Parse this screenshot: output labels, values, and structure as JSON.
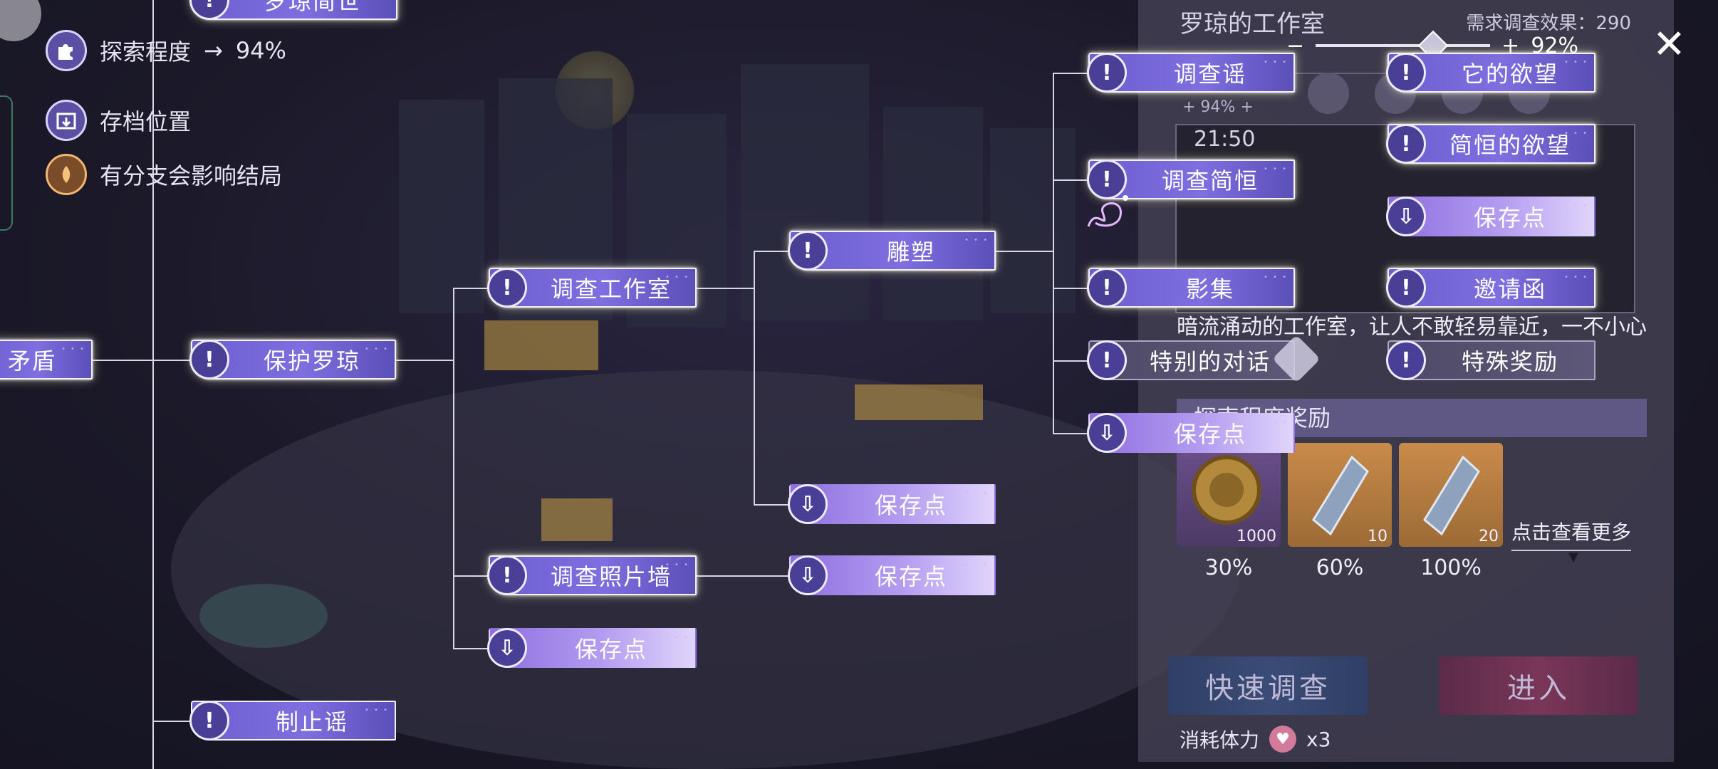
{
  "legend": {
    "explore_label": "探索程度",
    "explore_arrow": "→",
    "explore_value": "94%",
    "save_label": "存档位置",
    "branch_label": "有分支会影响结局"
  },
  "tree": {
    "root_partial": "矛盾",
    "top_partial": "罗琼简世",
    "protect": "保护罗琼",
    "stop": "制止谣",
    "investigate_studio": "调查工作室",
    "investigate_photowall": "调查照片墙",
    "save_point": "保存点",
    "sculpture": "雕塑",
    "investigate_yao": "调查谣",
    "investigate_jianheng": "调查简恒",
    "album": "影集",
    "special_talk": "特别的对话",
    "its_desire": "它的欲望",
    "jianheng_desire": "简恒的欲望",
    "invitation": "邀请函",
    "special_reward": "特殊奖励",
    "exclaim": "!"
  },
  "panel": {
    "title": "罗琼的工作室",
    "requirement": "需求调查效果：290",
    "zoom_minus": "−",
    "zoom_plus": "+",
    "zoom_value": "92%",
    "close": "✕",
    "percent_chip": "+ 94% +",
    "timestamp": "21:50",
    "description": "暗流涌动的工作室，让人不敢轻易靠近，一不小心就会被……",
    "reward_title": "探索程度奖励",
    "rewards": [
      {
        "qty": "1000",
        "pct": "30%"
      },
      {
        "qty": "10",
        "pct": "60%"
      },
      {
        "qty": "20",
        "pct": "100%"
      }
    ],
    "more": "点击查看更多",
    "quick_button": "快速调查",
    "enter_button": "进入",
    "stamina_label": "消耗体力",
    "stamina_value": "x3"
  }
}
